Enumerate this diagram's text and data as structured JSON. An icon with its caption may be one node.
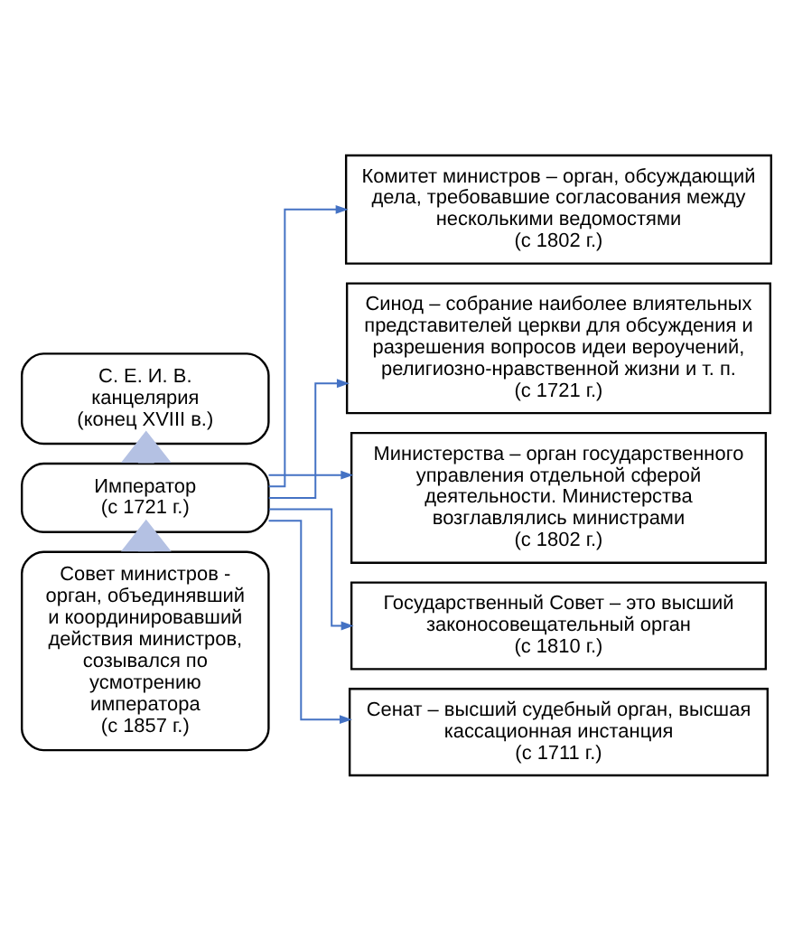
{
  "diagram": {
    "nodes": [
      {
        "text": [
          "С. Е. И. В. канцелярия",
          "(конец XVIII в.)"
        ]
      },
      {
        "text": [
          "Император",
          "(с 1721 г.)"
        ]
      },
      {
        "text": [
          "Совет министров - орган, объединявший и координировавший действия министров, созывался по усмотрению императора",
          "(с 1857 г.)"
        ]
      },
      {
        "text": [
          "Комитет министров – орган, обсуждающий дела, требовавшие согласования между несколькими ведомостями",
          "(с 1802 г.)"
        ]
      },
      {
        "text": [
          "Синод – собрание наиболее влиятельных представителей церкви для обсуждения и разрешения вопросов идеи вероучений, религиозно-нравственной жизни и т. п.",
          "(с 1721 г.)"
        ]
      },
      {
        "text": [
          "Министерства – орган государственного управления отдельной сферой деятельности. Министерства возглавлялись министрами",
          "(с 1802 г.)"
        ]
      },
      {
        "text": [
          "Государственный Совет – это высший законосовещательный орган",
          "(с 1810 г.)"
        ]
      },
      {
        "text": [
          "Сенат – высший судебный орган, высшая кассационная инстанция",
          "(с 1711 г.)"
        ]
      }
    ],
    "edges": [
      {
        "from": 1,
        "to": 0,
        "arrow": "to",
        "style": "thick",
        "color": "#b4c1e3"
      },
      {
        "from": 2,
        "to": 1,
        "arrow": "to",
        "style": "thick",
        "color": "#b4c1e3"
      },
      {
        "from": 1,
        "to": 3,
        "arrow": "to",
        "color": "#4472c4"
      },
      {
        "from": 1,
        "to": 4,
        "arrow": "to",
        "color": "#4472c4"
      },
      {
        "from": 1,
        "to": 5,
        "arrow": "to",
        "color": "#4472c4"
      },
      {
        "from": 1,
        "to": 6,
        "arrow": "to",
        "color": "#4472c4"
      },
      {
        "from": 1,
        "to": 7,
        "arrow": "to",
        "color": "#4472c4"
      }
    ]
  }
}
